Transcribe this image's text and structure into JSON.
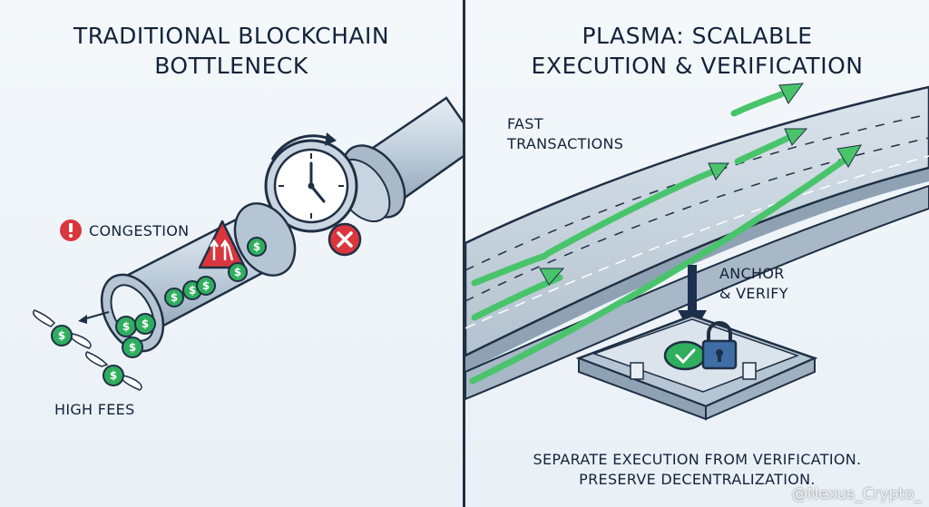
{
  "left": {
    "title_line1": "TRADITIONAL BLOCKCHAIN",
    "title_line2": "BOTTLENECK",
    "congestion_label": "CONGESTION",
    "high_fees_label": "HIGH FEES"
  },
  "right": {
    "title_line1": "PLASMA: SCALABLE",
    "title_line2": "EXECUTION & VERIFICATION",
    "fast_line1": "FAST",
    "fast_line2": "TRANSACTIONS",
    "anchor_line1": "ANCHOR",
    "anchor_line2": "& VERIFY",
    "caption_line1": "SEPARATE EXECUTION FROM VERIFICATION.",
    "caption_line2": "PRESERVE DECENTRALIZATION."
  },
  "watermark": "@Nexus_Crypto_",
  "colors": {
    "ink": "#13233a",
    "pipe": "#b9c8d6",
    "alert_red": "#d9363e",
    "money_green": "#2fae5e",
    "arrow_green": "#49c46b",
    "anchor_navy": "#1c2f4f"
  },
  "icons": [
    "alert-icon",
    "clock-icon",
    "close-icon",
    "warning-sign-icon",
    "dollar-coin-icon",
    "winged-coin-icon",
    "padlock-icon",
    "checkmark-icon",
    "down-arrow-icon"
  ]
}
